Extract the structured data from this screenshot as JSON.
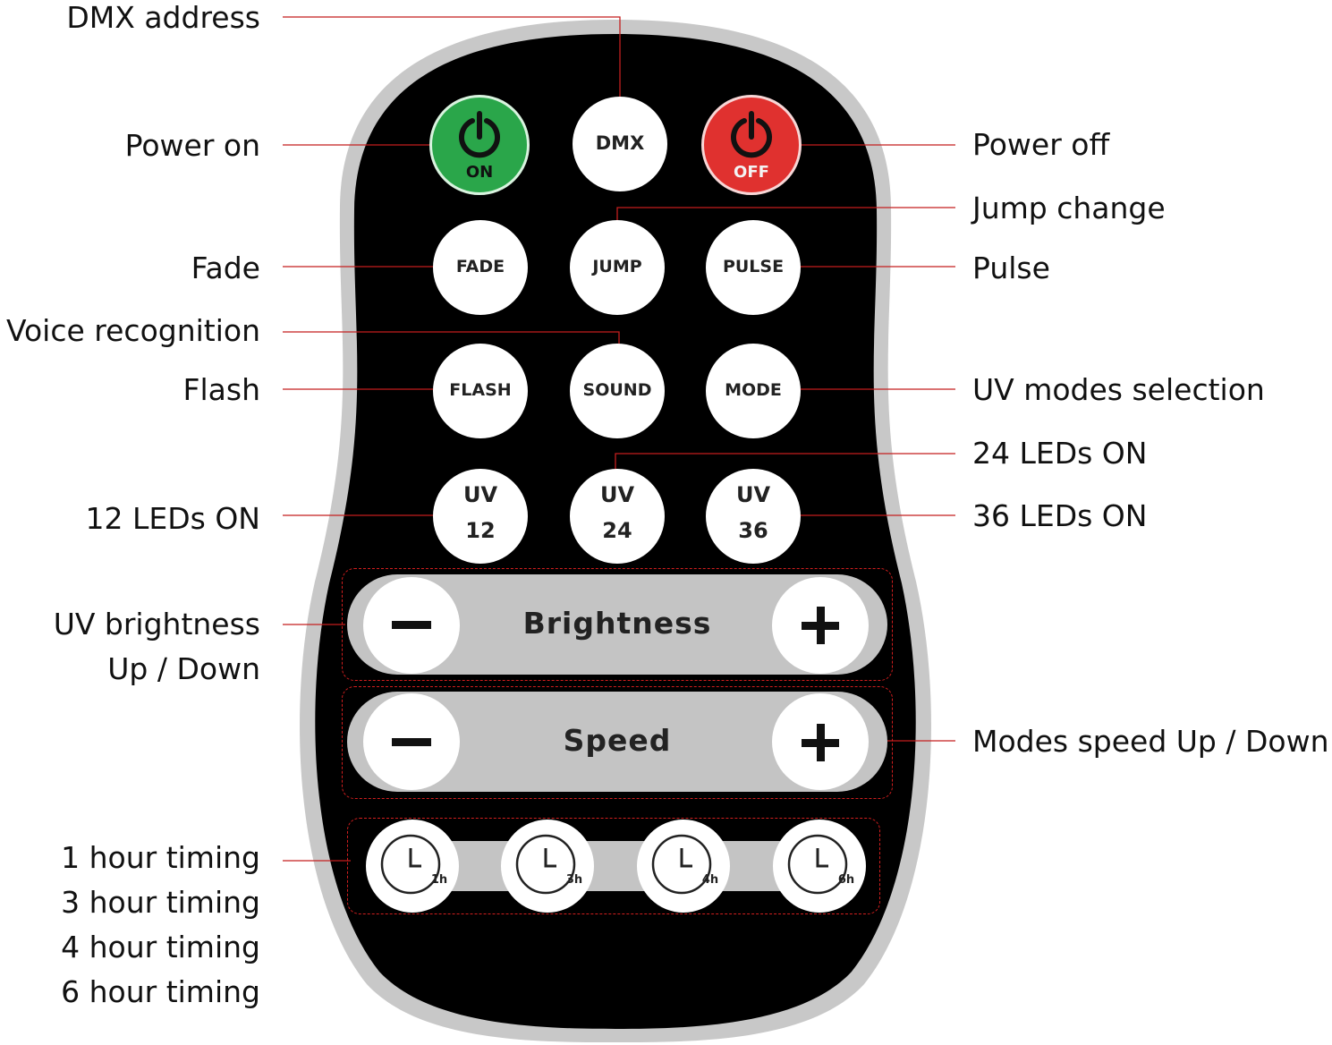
{
  "colors": {
    "line": "#c41e1e",
    "remote_body": "#000000",
    "remote_rim": "#c8c8c8",
    "power_on": "#2aa64a",
    "power_off": "#e0312f",
    "button": "#ffffff",
    "bar": "#c4c4c4"
  },
  "labels_left": {
    "dmx_address": "DMX address",
    "power_on": "Power on",
    "fade": "Fade",
    "voice_recognition": "Voice recognition",
    "flash": "Flash",
    "leds_12_on": "12 LEDs ON",
    "uv_brightness_1": "UV brightness",
    "uv_brightness_2": "Up / Down",
    "timing_1h": "1 hour timing",
    "timing_3h": "3 hour timing",
    "timing_4h": "4 hour timing",
    "timing_6h": "6 hour timing"
  },
  "labels_right": {
    "power_off": "Power off",
    "jump_change": "Jump change",
    "pulse": "Pulse",
    "uv_modes_selection": "UV modes selection",
    "leds_24_on": "24 LEDs ON",
    "leds_36_on": "36 LEDs ON",
    "modes_speed": "Modes speed Up / Down"
  },
  "remote": {
    "on": {
      "icon": "power-icon",
      "text": "ON"
    },
    "dmx": "DMX",
    "off": {
      "icon": "power-icon",
      "text": "OFF"
    },
    "fade": "FADE",
    "jump": "JUMP",
    "pulse": "PULSE",
    "flash": "FLASH",
    "sound": "SOUND",
    "mode": "MODE",
    "uv12": {
      "top": "UV",
      "bottom": "12"
    },
    "uv24": {
      "top": "UV",
      "bottom": "24"
    },
    "uv36": {
      "top": "UV",
      "bottom": "36"
    },
    "brightness": {
      "label": "Brightness",
      "minus": "−",
      "plus": "+"
    },
    "speed": {
      "label": "Speed",
      "minus": "−",
      "plus": "+"
    },
    "timers": [
      {
        "icon": "clock-icon",
        "text": "1h"
      },
      {
        "icon": "clock-icon",
        "text": "3h"
      },
      {
        "icon": "clock-icon",
        "text": "4h"
      },
      {
        "icon": "clock-icon",
        "text": "6h"
      }
    ]
  }
}
